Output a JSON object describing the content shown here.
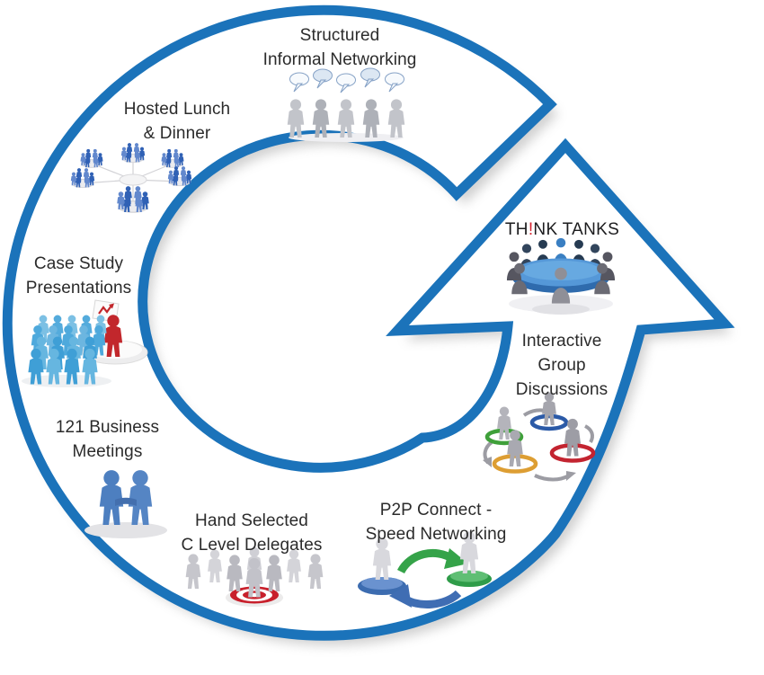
{
  "diagram": {
    "type": "circular-arrow-cycle",
    "palette": {
      "arrow_blue": "#1b73ba",
      "bang_red": "#d6212e",
      "target_red": "#c8202c",
      "ring_green": "#3fa03a",
      "ring_blue": "#2b5aa7",
      "ring_orange": "#dd9e33",
      "table_blue": "#5598d8"
    },
    "items": [
      {
        "id": "structured-informal-networking",
        "label_lines": [
          "Structured",
          "Informal Networking"
        ],
        "icon": "people-with-speech-bubbles"
      },
      {
        "id": "hosted-lunch-dinner",
        "label_lines": [
          "Hosted Lunch",
          "& Dinner"
        ],
        "icon": "round-table-groups"
      },
      {
        "id": "case-study-presentations",
        "label_lines": [
          "Case Study",
          "Presentations"
        ],
        "icon": "audience-with-presenter-chart"
      },
      {
        "id": "121-business-meetings",
        "label_lines": [
          "121 Business",
          "Meetings"
        ],
        "icon": "handshake-figures"
      },
      {
        "id": "hand-selected-c-level-delegates",
        "label_lines": [
          "Hand Selected",
          "C Level Delegates"
        ],
        "icon": "people-row-target"
      },
      {
        "id": "p2p-connect-speed-networking",
        "label_lines": [
          "P2P Connect -",
          "Speed Networking"
        ],
        "icon": "cycle-arrows-two-figures"
      },
      {
        "id": "interactive-group-discussions",
        "label_lines": [
          "Interactive",
          "Group",
          "Discussions"
        ],
        "icon": "people-in-colored-rings"
      },
      {
        "id": "think-tanks",
        "parts": {
          "prefix": "TH",
          "bang": "!",
          "suffix": "NK TANKS"
        },
        "icon": "round-table-meeting"
      }
    ]
  }
}
